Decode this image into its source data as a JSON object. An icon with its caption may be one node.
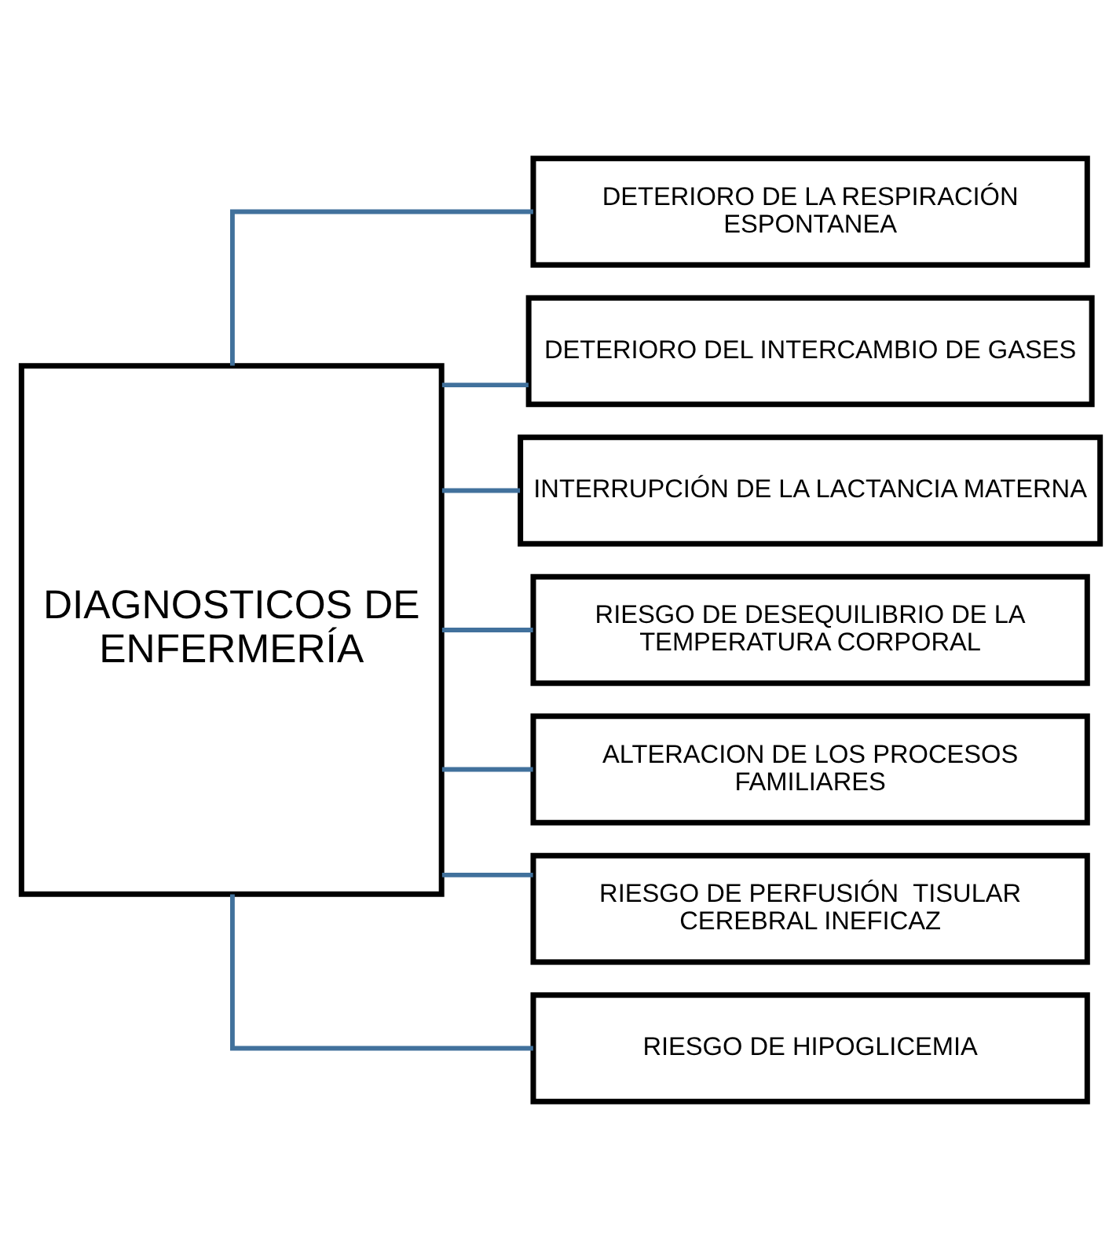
{
  "diagram": {
    "nodes": [
      {
        "text": [
          "DIAGNOSTICOS DE ENFERMERÍA"
        ]
      },
      {
        "text": [
          "DETERIORO DE LA RESPIRACIÓN ESPONTANEA"
        ]
      },
      {
        "text": [
          "DETERIORO DEL INTERCAMBIO DE GASES"
        ]
      },
      {
        "text": [
          "INTERRUPCIÓN DE LA LACTANCIA MATERNA"
        ]
      },
      {
        "text": [
          "RIESGO DE DESEQUILIBRIO DE LA TEMPERATURA CORPORAL"
        ]
      },
      {
        "text": [
          "ALTERACION DE LOS PROCESOS FAMILIARES"
        ]
      },
      {
        "text": [
          "RIESGO DE PERFUSIÓN  TISULAR  CEREBRAL INEFICAZ"
        ]
      },
      {
        "text": [
          "RIESGO DE HIPOGLICEMIA"
        ]
      }
    ],
    "edges": [
      {
        "from": 0,
        "to": 1,
        "arrow": "none"
      },
      {
        "from": 0,
        "to": 2,
        "arrow": "none"
      },
      {
        "from": 0,
        "to": 3,
        "arrow": "none"
      },
      {
        "from": 0,
        "to": 4,
        "arrow": "none"
      },
      {
        "from": 0,
        "to": 5,
        "arrow": "none"
      },
      {
        "from": 0,
        "to": 6,
        "arrow": "none"
      },
      {
        "from": 0,
        "to": 7,
        "arrow": "none"
      }
    ]
  }
}
